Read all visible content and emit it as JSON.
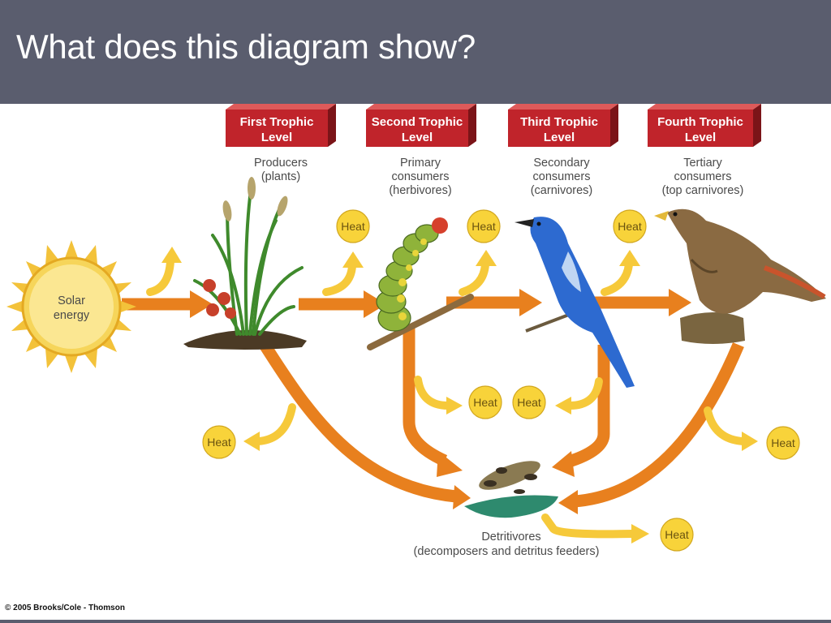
{
  "slide": {
    "title": "What does this diagram show?",
    "copyright": "© 2005 Brooks/Cole - Thomson"
  },
  "diagram": {
    "source": {
      "label_line1": "Solar",
      "label_line2": "energy"
    },
    "levels": [
      {
        "title_line1": "First Trophic",
        "title_line2": "Level",
        "desc_line1": "Producers",
        "desc_line2": "(plants)",
        "desc_line3": ""
      },
      {
        "title_line1": "Second Trophic",
        "title_line2": "Level",
        "desc_line1": "Primary",
        "desc_line2": "consumers",
        "desc_line3": "(herbivores)"
      },
      {
        "title_line1": "Third Trophic",
        "title_line2": "Level",
        "desc_line1": "Secondary",
        "desc_line2": "consumers",
        "desc_line3": "(carnivores)"
      },
      {
        "title_line1": "Fourth Trophic",
        "title_line2": "Level",
        "desc_line1": "Tertiary",
        "desc_line2": "consumers",
        "desc_line3": "(top carnivores)"
      }
    ],
    "detritivores": {
      "label_line1": "Detritivores",
      "label_line2": "(decomposers and detritus feeders)"
    },
    "heat_label": "Heat",
    "colors": {
      "flow_arrow": "#e8801e",
      "heat_arrow": "#f6c93a",
      "level_box": "#c0242b"
    }
  }
}
